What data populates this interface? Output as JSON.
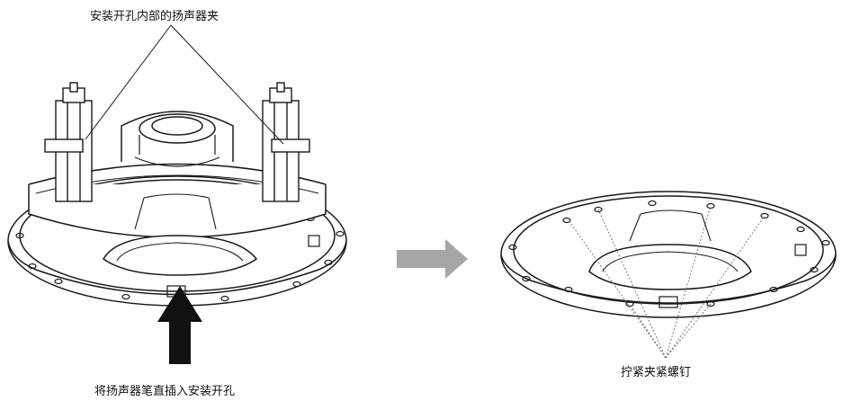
{
  "labels": {
    "clamps_label": "安装开孔内部的扬声器夹",
    "insert_label": "将扬声器笔直插入安装开孔",
    "tighten_label": "拧紧夹紧螺钉"
  },
  "colors": {
    "line": "#1a1a1a",
    "arrow_dark": "#111111",
    "arrow_gray": "#a6a6a6",
    "leader_dotted": "#777777"
  },
  "icons": {
    "push_arrow": "up-arrow-icon",
    "step_arrow": "right-arrow-icon"
  }
}
